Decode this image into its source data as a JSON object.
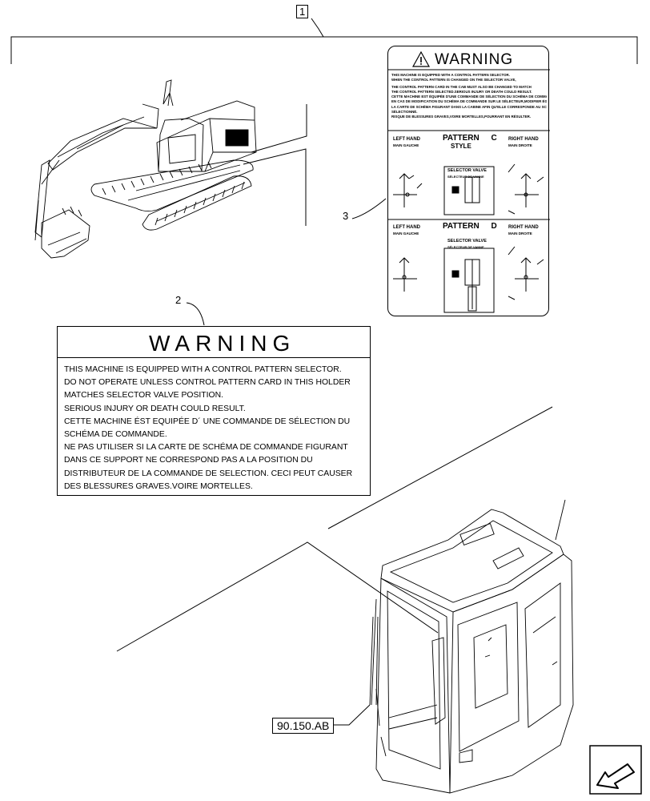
{
  "callouts": {
    "assembly": "1",
    "decal": "2",
    "small_decal": "3"
  },
  "reference": {
    "label": "90.150.AB"
  },
  "warning_label": {
    "title": "WARNING",
    "lines": [
      "THIS MACHINE IS EQUIPPED WITH A CONTROL PATTERN SELECTOR.",
      "DO NOT OPERATE UNLESS CONTROL PATTERN CARD IN THIS HOLDER",
      "MATCHES SELECTOR VALVE POSITION.",
      "SERIOUS INJURY OR DEATH COULD RESULT.",
      "CETTE MACHINE ÉST EQUIPÉE D´ UNE COMMANDE DE SÉLECTION DU",
      "SCHÉMA DE COMMANDE.",
      "NE PAS UTILISER SI LA CARTE DE SCHÉMA DE COMMANDE FIGURANT",
      "DANS CE SUPPORT NE CORRESPOND PAS A LA POSITION DU",
      "DISTRIBUTEUR DE LA COMMANDE DE SELECTION. CECI PEUT CAUSER",
      "DES BLESSURES GRAVES.VOIRE MORTELLES."
    ]
  },
  "small_decal": {
    "title": "WARNING",
    "lines": [
      "THIS MACHINE IS EQUIPPED WITH A CONTROL PATTERN SELECTOR.",
      "WHEN THE CONTROL PATTERN IS CHANGED ON THE SELECTOR VALVE,",
      "THE CONTROL PATTERN CARD IN THE CAB MUST ALSO BE CHANGED TO MATCH",
      "THE CONTROL PATTERN SELECTED.SERIOUS INJURY OR DEATH COULD RESULT.",
      "CETTE MACHINE EST ÉQUIPÉE D'UNE COMMANDE DE SÉLECTION DU SCHÉMA DE COMMANDE.",
      "EN CAS DE MODIFICATION DU SCHÉMA DE COMMANDE SUR LE SÉLECTEUR,MODIFIER ÉGALEMENT",
      "LA CARTE DE SCHÉMA FIGURANT DANS LA CABINE AFIN QU'ELLE CORRESPONDE AU SCHÉMA",
      "SÉLECTIONNÉ.",
      "RISQUE DE BLESSURES GRAVES,VOIRE MORTELLES,POURRANT EN RÉSULTER."
    ],
    "patterns": [
      {
        "title": "PATTERN",
        "letter": "C",
        "style": "STYLE",
        "left": "LEFT HAND",
        "left_fr": "MAIN GAUCHE",
        "right": "RIGHT HAND",
        "right_fr": "MAIN DROITE",
        "valve": "SELECTOR VALVE",
        "valve_fr": "SÉLECTEUR DE VANNE"
      },
      {
        "title": "PATTERN",
        "letter": "D",
        "style": "",
        "left": "LEFT HAND",
        "left_fr": "MAIN GAUCHE",
        "right": "RIGHT HAND",
        "right_fr": "MAIN DROITE",
        "valve": "SELECTOR VALVE",
        "valve_fr": "SÉLECTEUR DE VANNE"
      }
    ]
  },
  "nav_icon": "arrow-icon"
}
